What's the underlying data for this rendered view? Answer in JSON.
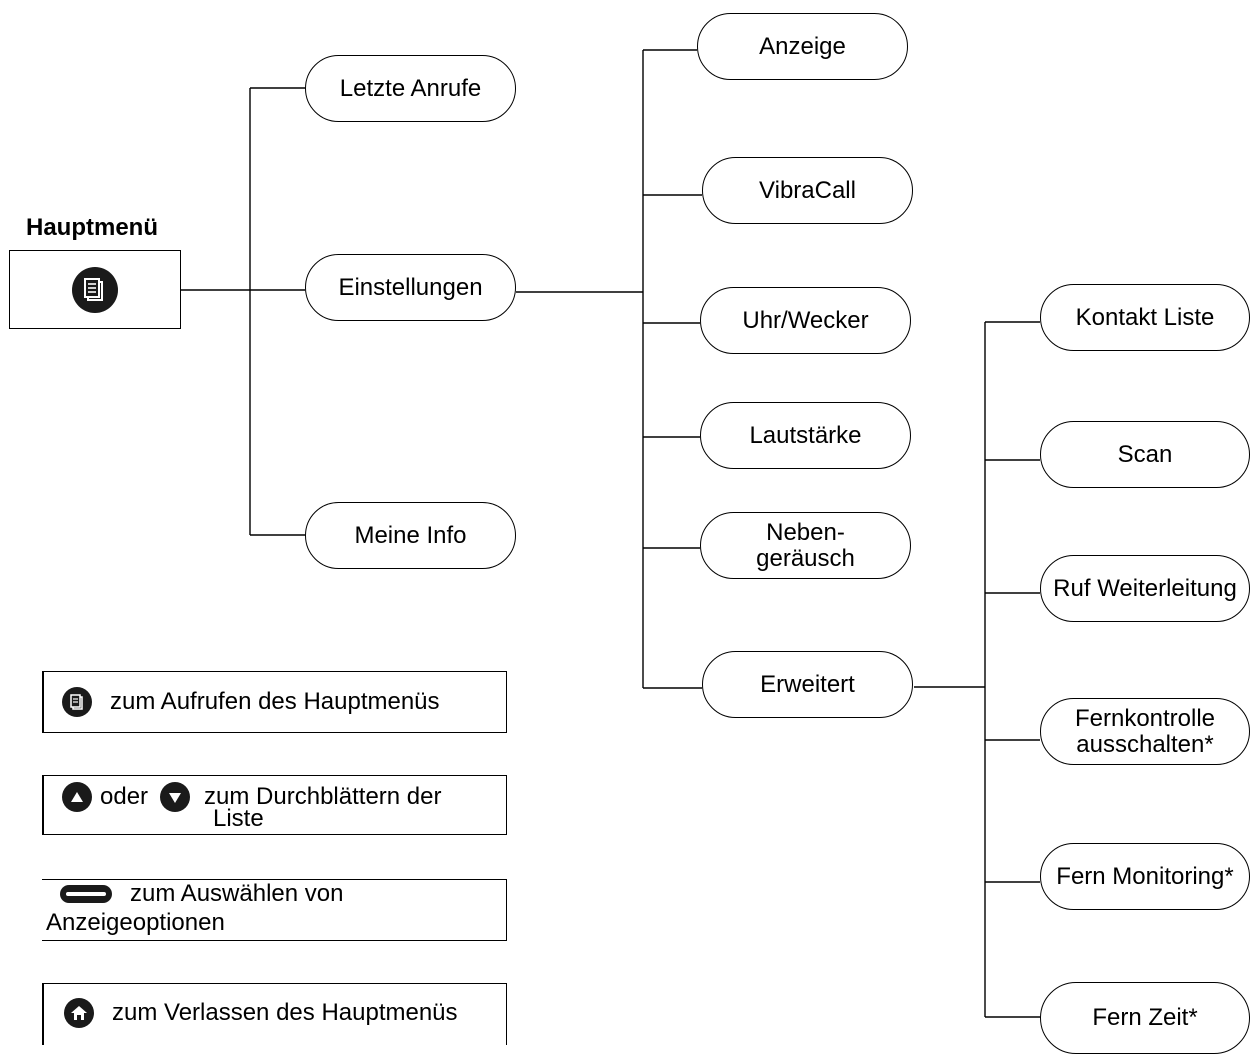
{
  "main": {
    "title": "Hauptmenü",
    "icon": "menu-key-icon"
  },
  "level1": [
    {
      "key": "letzte",
      "label": "Letzte Anrufe"
    },
    {
      "key": "einstellungen",
      "label": "Einstellungen"
    },
    {
      "key": "meine",
      "label": "Meine Info"
    }
  ],
  "level2": [
    {
      "key": "anzeige",
      "label": "Anzeige"
    },
    {
      "key": "vibracall",
      "label": "VibraCall"
    },
    {
      "key": "uhr",
      "label": "Uhr/Wecker"
    },
    {
      "key": "lautstaerke",
      "label": "Lautstärke"
    },
    {
      "key": "neben",
      "label": "Neben-\ngeräusch"
    },
    {
      "key": "erweitert",
      "label": "Erweitert"
    }
  ],
  "level3": [
    {
      "key": "kontakt",
      "label": "Kontakt Liste"
    },
    {
      "key": "scan",
      "label": "Scan"
    },
    {
      "key": "ruf",
      "label": "Ruf Weiterleitung"
    },
    {
      "key": "fernkontrolle",
      "label": "Fernkontrolle\nausschalten*"
    },
    {
      "key": "fernmonitoring",
      "label": "Fern Monitoring*"
    },
    {
      "key": "fernzeit",
      "label": "Fern Zeit*"
    }
  ],
  "legend": {
    "menu": {
      "text": "zum Aufrufen des Hauptmenüs",
      "icon": "menu-key-icon"
    },
    "scroll": {
      "or": "oder",
      "text1": "zum Durchblättern der",
      "text2": "Liste",
      "icons": [
        "up-arrow-icon",
        "down-arrow-icon"
      ]
    },
    "select": {
      "text1": "zum Auswählen von",
      "text2": "Anzeigeoptionen",
      "icon": "softkey-icon"
    },
    "exit": {
      "text": "zum Verlassen des Hauptmenüs",
      "icon": "home-icon"
    }
  }
}
